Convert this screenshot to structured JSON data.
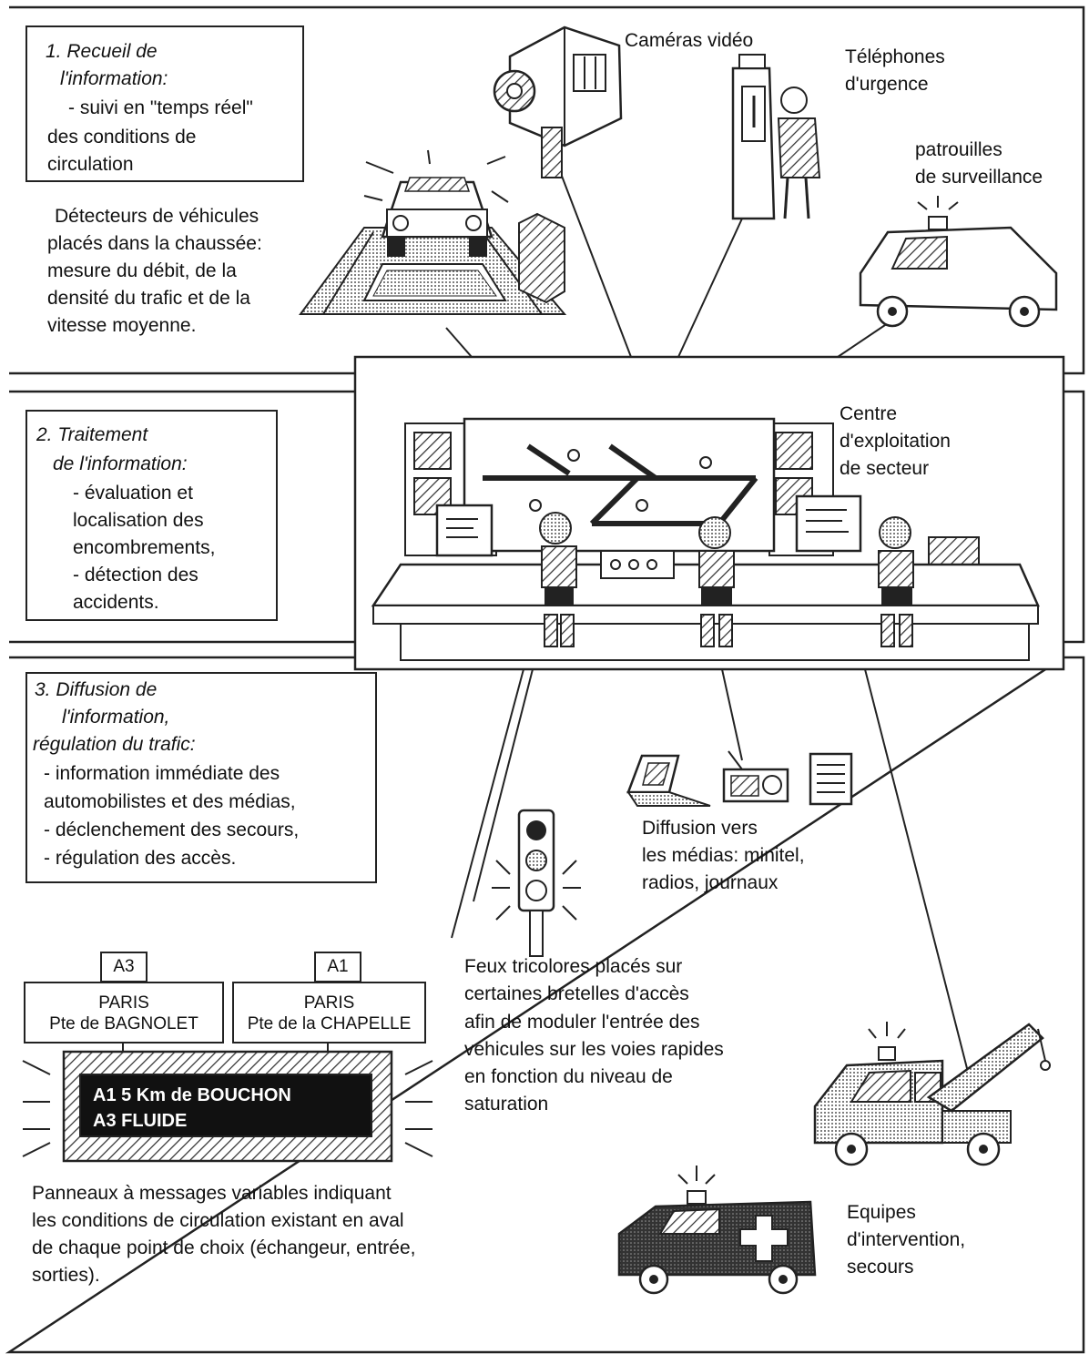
{
  "sections": {
    "recueil": {
      "title": [
        "1. Recueil de",
        "l'information:"
      ],
      "body": [
        "- suivi en \"temps réel\"",
        "des conditions de",
        "circulation"
      ]
    },
    "traitement": {
      "title": [
        "2. Traitement",
        "de l'information:"
      ],
      "body": [
        "- évaluation et",
        "localisation des",
        "encombrements,",
        "- détection des",
        "accidents."
      ]
    },
    "diffusion": {
      "title": [
        "3. Diffusion de",
        "l'information,",
        "régulation du trafic:"
      ],
      "body": [
        "- information immédiate des",
        "automobilistes et des médias,",
        "- déclenchement des secours,",
        "- régulation des accès."
      ]
    }
  },
  "labels": {
    "cameras": "Caméras vidéo",
    "telephones": [
      "Téléphones",
      "d'urgence"
    ],
    "patrouilles": [
      "patrouilles",
      "de surveillance"
    ],
    "detecteurs": [
      "Détecteurs de véhicules",
      "placés dans la chaussée:",
      "mesure du débit, de la",
      "densité du trafic et de la",
      "vitesse moyenne."
    ],
    "centre": [
      "Centre",
      "d'exploitation",
      "de secteur"
    ],
    "medias": [
      "Diffusion vers",
      "les médias: minitel,",
      "radios, journaux"
    ],
    "feux": [
      "Feux tricolores placés sur",
      "certaines bretelles d'accès",
      "afin de moduler l'entrée des",
      "vehicules sur les voies rapides",
      "en fonction du niveau de",
      "saturation"
    ],
    "panneaux": [
      "Panneaux à messages variables indiquant",
      "les conditions de circulation existant en aval",
      "de chaque point de choix (échangeur, entrée,",
      "sorties)."
    ],
    "equipes": [
      "Equipes",
      "d'intervention,",
      "secours"
    ]
  },
  "signs": {
    "left": {
      "route": "A3",
      "line1": "PARIS",
      "line2": "Pte de BAGNOLET"
    },
    "right": {
      "route": "A1",
      "line1": "PARIS",
      "line2": "Pte de la CHAPELLE"
    },
    "message": [
      "A1  5 Km de BOUCHON",
      "A3  FLUIDE"
    ]
  },
  "colors": {
    "ink": "#222222",
    "panel": "#111111",
    "hatch": "#555555"
  }
}
